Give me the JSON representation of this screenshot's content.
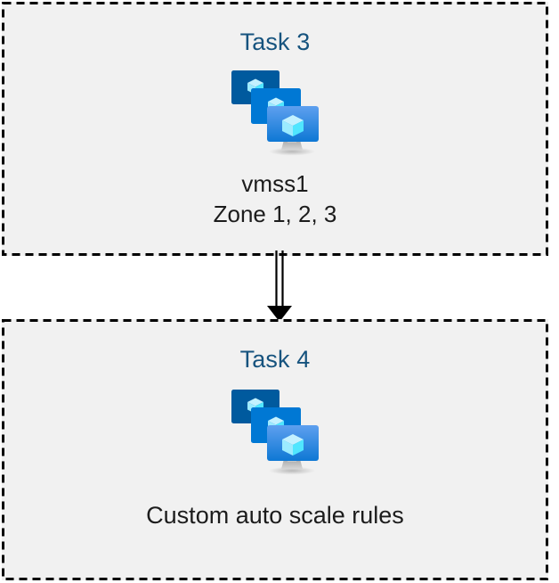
{
  "diagram": {
    "type": "azure-architecture-flow",
    "background_color": "#ffffff",
    "box_fill_color": "#f1f1f1",
    "box_border_color": "#000000",
    "box_border_style": "dashed",
    "title_color": "#16537e",
    "caption_color": "#1c1c1c",
    "connector": {
      "name": "double-line-arrow",
      "direction": "down",
      "from": "Task 3",
      "to": "Task 4",
      "color": "#000000"
    },
    "nodes": [
      {
        "id": "task3",
        "title": "Task 3",
        "icon": "azure-vm-scale-set-icon",
        "caption_lines": [
          "vmss1",
          "Zone 1, 2, 3"
        ]
      },
      {
        "id": "task4",
        "title": "Task 4",
        "icon": "azure-vm-scale-set-icon",
        "caption_lines": [
          "Custom auto scale rules"
        ]
      }
    ]
  },
  "icon_colors": {
    "monitor_back": "#005A9E",
    "monitor_mid": "#0078D4",
    "monitor_front_top": "#5EA0EF",
    "monitor_front_bottom": "#0E78D4",
    "cube_light": "#C3F1FF",
    "cube_mid": "#9CEBFF",
    "cube_dark": "#50E6FF",
    "stand": "#B3B3B3"
  }
}
